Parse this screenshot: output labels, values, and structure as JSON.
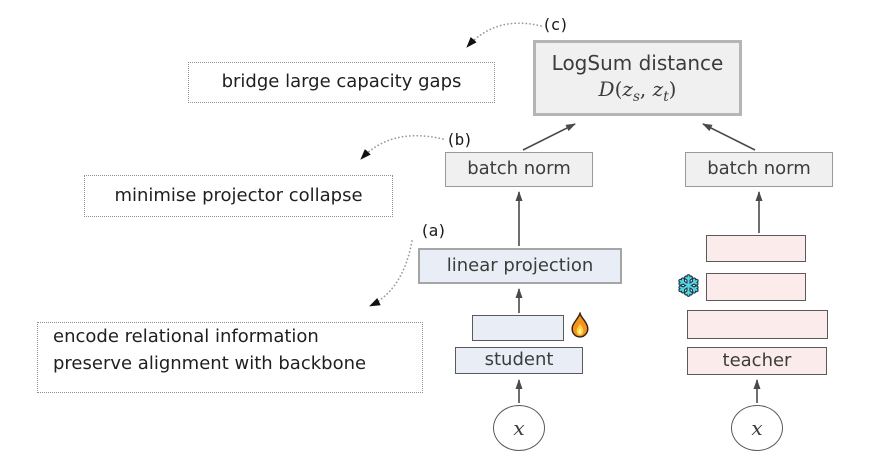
{
  "callouts": {
    "a": {
      "tag": "(a)",
      "note_lines": [
        "encode relational information",
        "preserve alignment with backbone"
      ]
    },
    "b": {
      "tag": "(b)",
      "note": "minimise projector collapse"
    },
    "c": {
      "tag": "(c)",
      "note": "bridge large capacity gaps"
    }
  },
  "loss_box": {
    "title": "LogSum distance",
    "formula": {
      "fn": "D",
      "open": "(",
      "arg1": "z",
      "arg1_sub": "s",
      "separator": ", ",
      "arg2": "z",
      "arg2_sub": "t",
      "close": ")"
    }
  },
  "student_branch": {
    "batch_norm_label": "batch norm",
    "projection_label": "linear projection",
    "backbone_label": "student",
    "input_label": "x",
    "trainable_icon": "flame-icon"
  },
  "teacher_branch": {
    "batch_norm_label": "batch norm",
    "backbone_label": "teacher",
    "input_label": "x",
    "frozen_icon": "snowflake-icon"
  },
  "colors": {
    "student_fill": "#e9eef6",
    "teacher_fill": "#fcebeb",
    "neutral_fill": "#f0f0f0",
    "logsum_border": "#b5b5b5",
    "dark_border": "#5a5a5a",
    "arrow": "#4a4a4a",
    "flame_orange": "#f4931e",
    "snowflake_cyan": "#56d4ea"
  }
}
